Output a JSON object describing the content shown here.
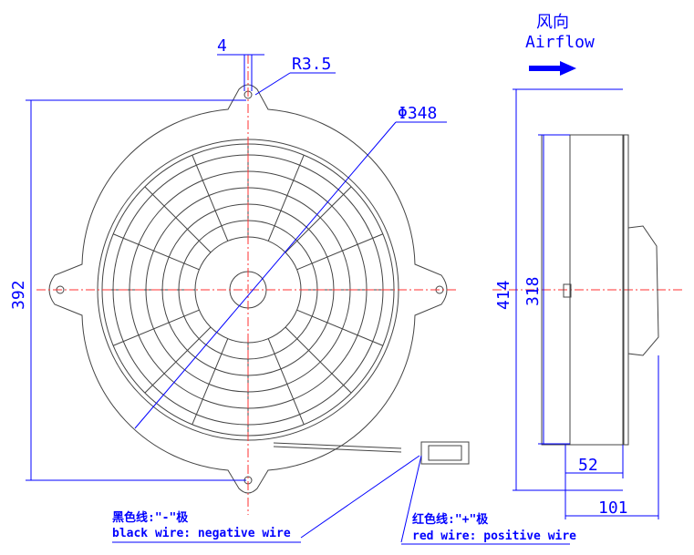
{
  "dimensions": {
    "hole_spacing": "4",
    "hole_radius": "R3.5",
    "diameter": "Φ348",
    "height_front": "392",
    "height_side": "414",
    "inner_height": "318",
    "depth_body": "52",
    "depth_total": "101"
  },
  "airflow": {
    "label_cn": "风向",
    "label_en": "Airflow"
  },
  "wires": {
    "black_cn": "黑色线:\"-\"极",
    "black_en": "black wire: negative wire",
    "red_cn": "红色线:\"+\"极",
    "red_en": "red wire: positive wire"
  },
  "colors": {
    "dimension": "#0000ff",
    "centerline": "#ff3030",
    "outline": "#444444"
  }
}
